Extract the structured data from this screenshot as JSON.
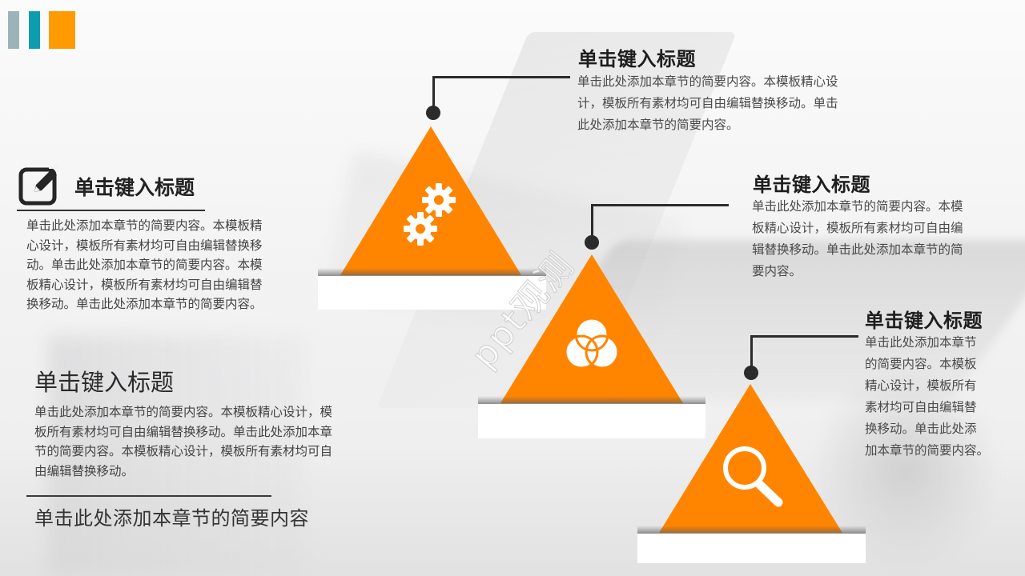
{
  "colors": {
    "accent_orange": "#ff8500",
    "bar_gray": "#9cb3b9",
    "bar_teal": "#0e9dae",
    "bar_orange": "#ff9a00",
    "line_dark": "#2b2b2b"
  },
  "left_block": {
    "icon": "edit-pencil-icon",
    "title": "单击键入标题",
    "lines": [
      "单击此处添加本章节的简要内容。本模板精",
      "心设计，模板所有素材均可自由编辑替换移",
      "动。单击此处添加本章节的简要内容。本模",
      "板精心设计，模板所有素材均可自由编辑替",
      "换移动。单击此处添加本章节的简要内容。"
    ]
  },
  "lower_block": {
    "title": "单击键入标题",
    "lines": [
      "单击此处添加本章节的简要内容。本模板精心设计，模",
      "板所有素材均可自由编辑替换移动。单击此处添加本章",
      "节的简要内容。本模板精心设计，模板所有素材均可自",
      "由编辑替换移动。"
    ],
    "subtitle": "单击此处添加本章节的简要内容"
  },
  "steps": [
    {
      "icon": "gears-icon",
      "title": "单击键入标题",
      "lines": [
        "单击此处添加本章节的简要内容。本模板精心设",
        "计，模板所有素材均可自由编辑替换移动。单击",
        "此处添加本章节的简要内容。"
      ]
    },
    {
      "icon": "venn-circles-icon",
      "title": "单击键入标题",
      "lines": [
        "单击此处添加本章节的简要内容。本模",
        "板精心设计，模板所有素材均可自由编",
        "辑替换移动。单击此处添加本章节的简",
        "要内容。"
      ]
    },
    {
      "icon": "magnifier-icon",
      "title": "单击键入标题",
      "lines": [
        "单击此处添加本章节",
        "的简要内容。本模板",
        "精心设计，模板所有",
        "素材均可自由编辑替",
        "换移动。单击此处添",
        "加本章节的简要内容。"
      ]
    }
  ],
  "watermark": "ppt观测"
}
